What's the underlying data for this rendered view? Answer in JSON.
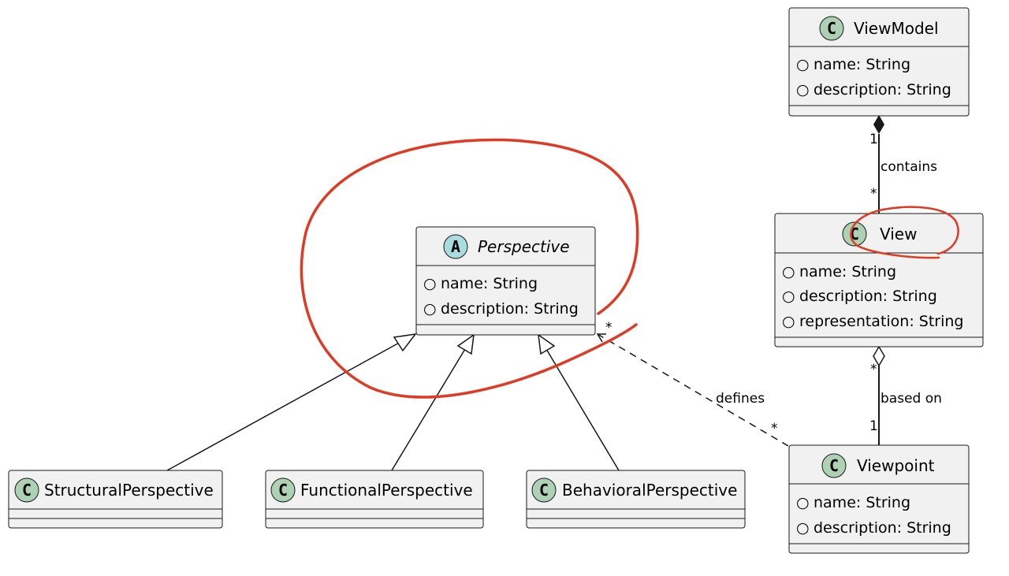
{
  "classes": {
    "viewmodel": {
      "badge": "C",
      "name": "ViewModel",
      "attrs": [
        {
          "vis": "○",
          "text": "name: String"
        },
        {
          "vis": "○",
          "text": "description: String"
        }
      ]
    },
    "view": {
      "badge": "C",
      "name": "View",
      "attrs": [
        {
          "vis": "○",
          "text": "name: String"
        },
        {
          "vis": "○",
          "text": "description: String"
        },
        {
          "vis": "○",
          "text": "representation: String"
        }
      ]
    },
    "perspective": {
      "badge": "A",
      "name": "Perspective",
      "attrs": [
        {
          "vis": "○",
          "text": "name: String"
        },
        {
          "vis": "○",
          "text": "description: String"
        }
      ]
    },
    "viewpoint": {
      "badge": "C",
      "name": "Viewpoint",
      "attrs": [
        {
          "vis": "○",
          "text": "name: String"
        },
        {
          "vis": "○",
          "text": "description: String"
        }
      ]
    },
    "structural": {
      "badge": "C",
      "name": "StructuralPerspective"
    },
    "functional": {
      "badge": "C",
      "name": "FunctionalPerspective"
    },
    "behavioral": {
      "badge": "C",
      "name": "BehavioralPerspective"
    }
  },
  "relations": {
    "contains": {
      "label": "contains",
      "src_mult": "1",
      "dst_mult": "*"
    },
    "based_on": {
      "label": "based on",
      "src_mult": "*",
      "dst_mult": "1"
    },
    "defines": {
      "label": "defines",
      "src_mult": "*",
      "dst_mult": "*"
    }
  },
  "colors": {
    "class_fill": "#f1f1f1",
    "class_border": "#181818",
    "class_badge": "#add1b2",
    "abstract_badge": "#a9dcdf",
    "annotation_red": "#e03a24"
  }
}
